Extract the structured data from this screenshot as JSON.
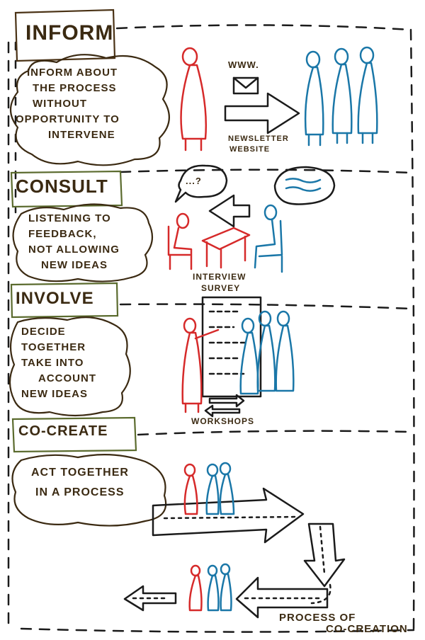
{
  "colors": {
    "ink_brown": "#4a3215",
    "ink_green": "#5b6b2e",
    "red": "#d62a2a",
    "blue": "#1a77a8",
    "teal": "#2a9bb8",
    "black": "#1b1b1b"
  },
  "levels": [
    {
      "title": "INFORM",
      "description": [
        "INFORM ABOUT",
        "THE PROCESS",
        "WITHOUT",
        "OPPORTUNITY TO",
        "INTERVENE"
      ],
      "labels": [
        "WWW.",
        "NEWSLETTER",
        "WEBSITE"
      ]
    },
    {
      "title": "CONSULT",
      "description": [
        "LISTENING TO",
        "FEEDBACK,",
        "NOT ALLOWING",
        "NEW IDEAS"
      ],
      "labels": [
        "...?",
        "INTERVIEW",
        "SURVEY"
      ]
    },
    {
      "title": "INVOLVE",
      "description": [
        "DECIDE",
        "TOGETHER",
        "TAKE INTO",
        "ACCOUNT",
        "NEW IDEAS"
      ],
      "labels": [
        "WORKSHOPS"
      ]
    },
    {
      "title": "CO-CREATE",
      "description": [
        "ACT TOGETHER",
        "IN A PROCESS"
      ],
      "labels": [
        "PROCESS OF",
        "CO-CREATION"
      ]
    }
  ]
}
